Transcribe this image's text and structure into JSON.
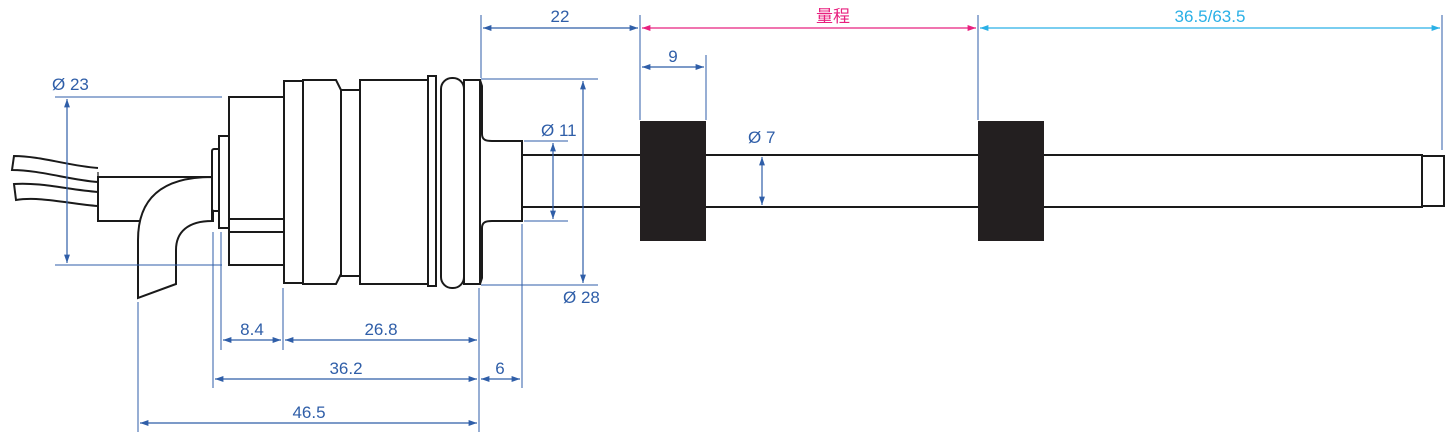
{
  "title": "Float level sensor dimension drawing",
  "colors": {
    "dimension": "#2f5ea8",
    "range": "#e8207f",
    "extension": "#2ab0e6",
    "float": "#231f20"
  },
  "dimensions": {
    "d23": "Ø 23",
    "d28": "Ø 28",
    "d11": "Ø 11",
    "d7": "Ø 7",
    "len22": "22",
    "range": "量程",
    "tail": "36.5/63.5",
    "float_width": "9",
    "len8_4": "8.4",
    "len26_8": "26.8",
    "len36_2": "36.2",
    "len6": "6",
    "len46_5": "46.5"
  }
}
